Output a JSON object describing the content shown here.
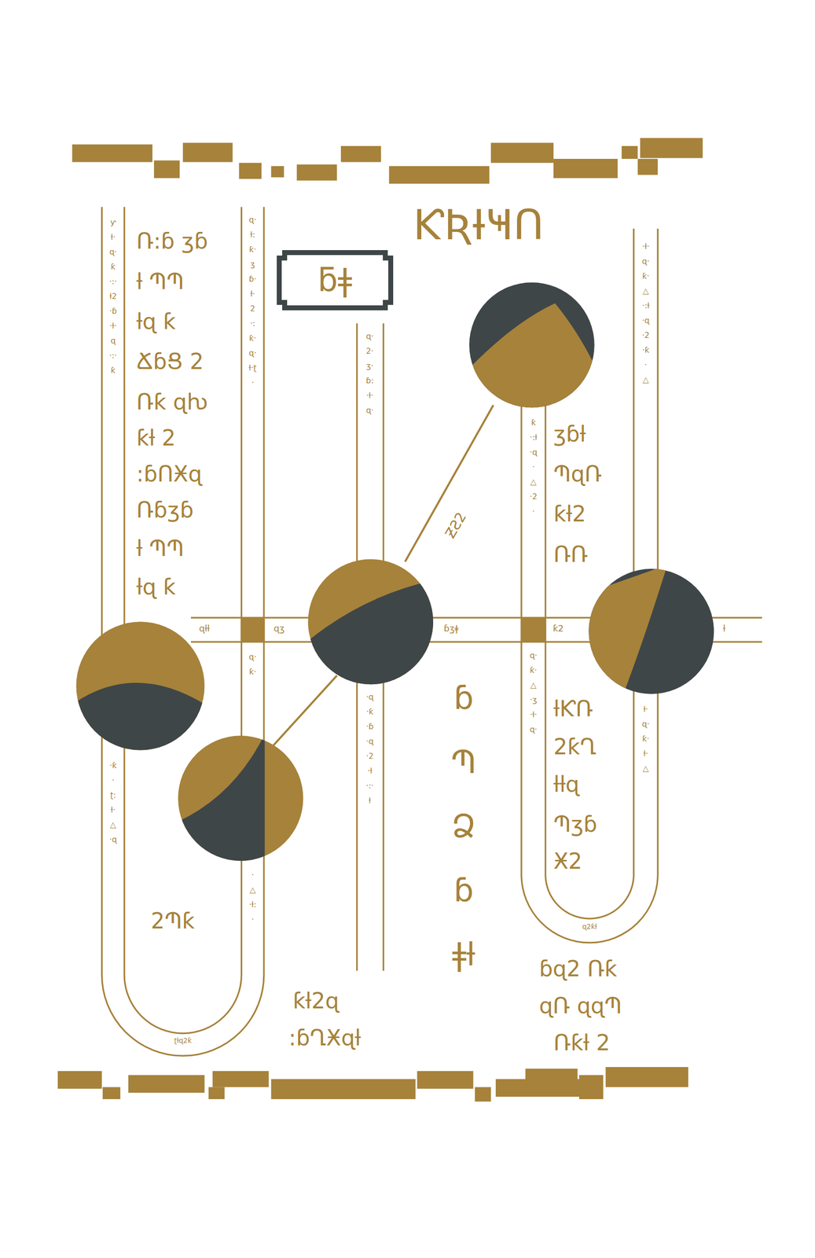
{
  "diagram": {
    "title": "ƘƦƗҸՈ",
    "nodes": [
      {
        "text": [
          "ƃǂ"
        ]
      }
    ],
    "labels": [
      "Ռ:ɓ ʒɓ",
      "ƚ ՊՊ",
      "ƚɋ ƙ",
      "ՃɓՑ 2",
      "Ռƙ ɋƕ",
      "ƙƚ 2",
      ":ɓՈӾɋ",
      "Ռɓʒɓ",
      "ƚ ՊՊ",
      "ƚɋ ƙ",
      "ʒɓƚ",
      "ՊɋՌ",
      "ƙƚ2",
      "ՌՌ",
      "ƚƘՌ",
      "2ƙՂ",
      "ƚƚɋ",
      "Պʒɓ",
      "Ӿ2",
      "2Պƙ",
      "ƙƚ2ɋ",
      ":ɓՂӾɋƚ",
      "ɓɋ2 Ռƙ",
      "ɋՌ ɋɋՊ",
      "Ռƙƚ 2",
      "ɓՊՁɓǂƚ",
      "ƵƧ2",
      "ɋƚƚ",
      "ɋʒ",
      "ɓʒǂ",
      "ƙ2",
      "ƚ",
      "ƴƚ·ɋ·ƙ·:·ƚ2·ɓ·ƚ·ɋ·:·ƙ",
      "·ƙ·ʈ:ƚ·△·ɋ",
      "ɋ·ƚ:ƙ·ʒɓ·ƚ·2·:ƙ·ɋ·ƚ·ʈ·",
      "ɋ·ƙ·",
      "·△·ƚ:·",
      "ɋ·2·ʒ·ɓ:·ƚ·ɋ·",
      "·ɋ·ƙ·ɓ·ɋ·2·ƚ·:·ƚ",
      "ƙ·:ƚ·ɋ·△·2·",
      "ɋ·ƙ·△·ʒ·ƚ·ɋ·",
      "·ƚ·ɋ·ƙ·△·:ƚ·ɋ·2·ƙ·△",
      "ƚ·ɋ·ƙ·ƚ·△",
      "ʈƚɋ2ƙ",
      "ɋ2ƙƚ"
    ]
  }
}
